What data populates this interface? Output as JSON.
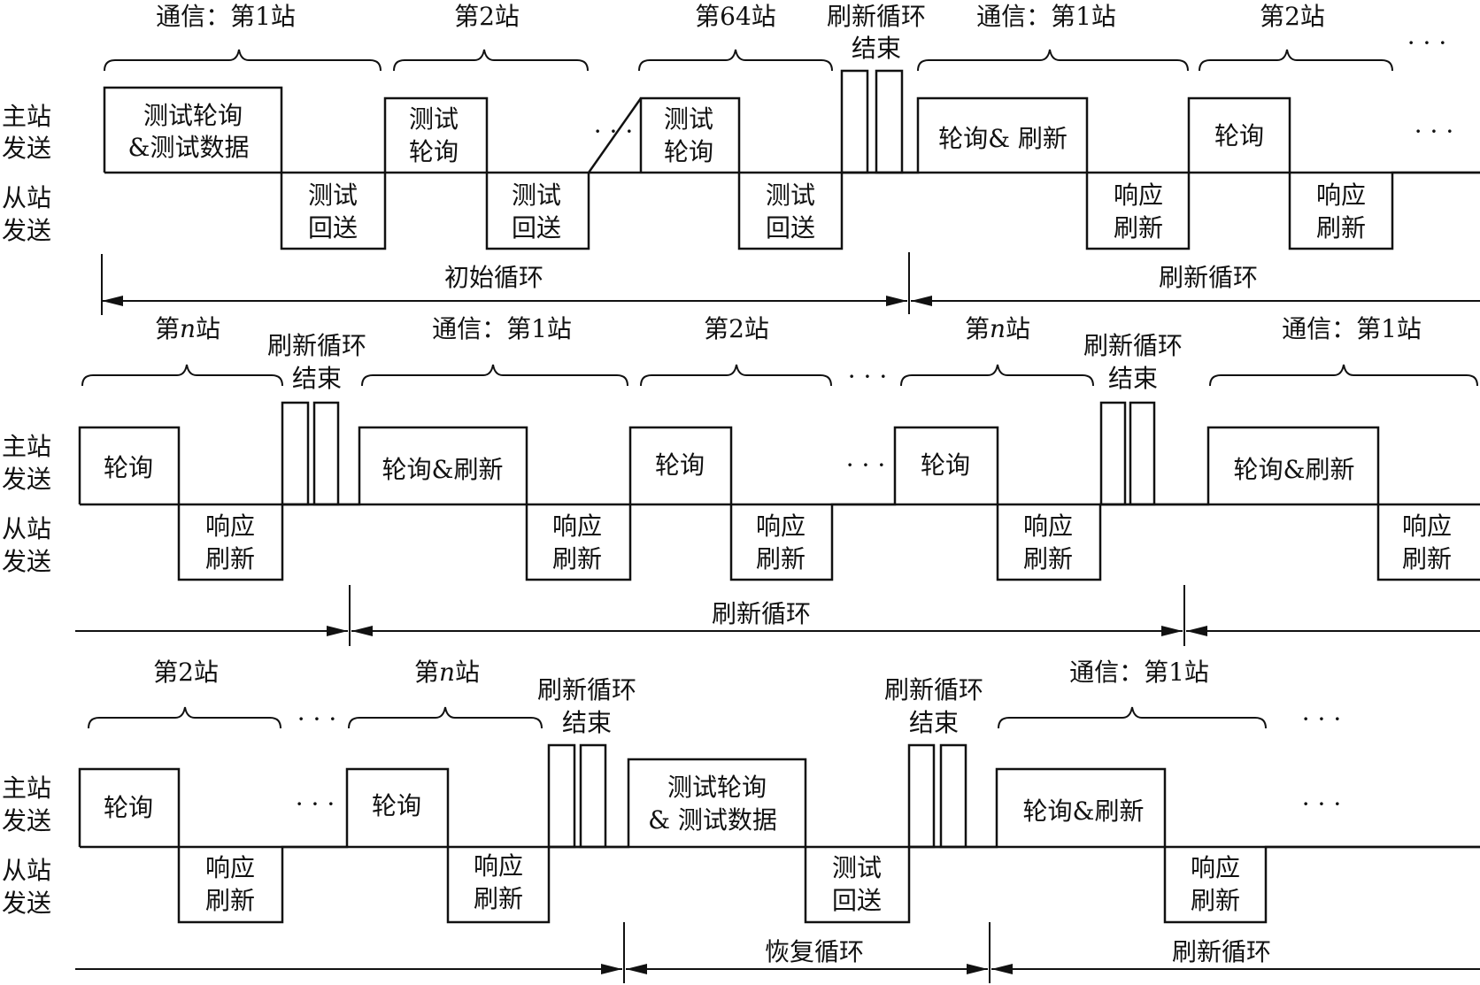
{
  "side_labels": {
    "master": [
      "主站",
      "发送"
    ],
    "slave": [
      "从站",
      "发送"
    ]
  },
  "text": {
    "comm_station1": "通信：第1站",
    "station2": "第2站",
    "station64": "第64站",
    "station_n_prefix": "第",
    "station_n_var": "n",
    "station_n_suffix": "站",
    "refresh_end": [
      "刷新循环",
      "结束"
    ],
    "test_poll_data": [
      "测试轮询",
      "&测试数据"
    ],
    "test_poll_data_spaced": [
      "测试轮询",
      "& 测试数据"
    ],
    "test_poll": [
      "测试",
      "轮询"
    ],
    "test_return": [
      "测试",
      "回送"
    ],
    "poll_refresh_spaced": "轮询& 刷新",
    "poll_refresh": "轮询&刷新",
    "poll": "轮询",
    "response_refresh": [
      "响应",
      "刷新"
    ],
    "ellipsis": "· · ·",
    "initial_cycle": "初始循环",
    "refresh_cycle": "刷新循环",
    "recovery_cycle": "恢复循环"
  }
}
